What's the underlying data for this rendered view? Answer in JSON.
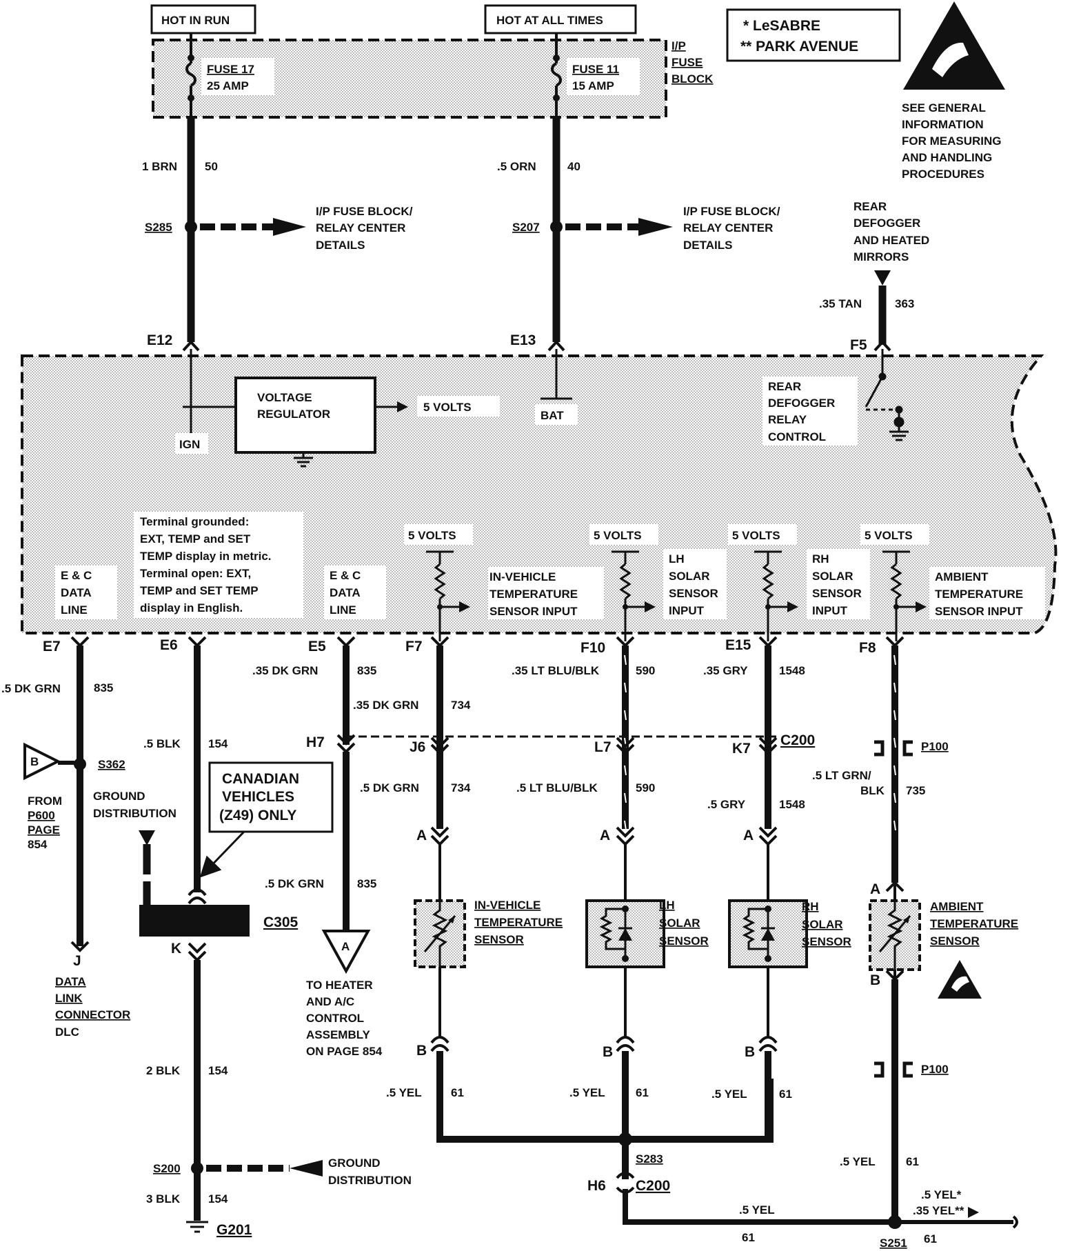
{
  "header": {
    "hot_in_run": "HOT IN RUN",
    "hot_at_all_times": "HOT AT ALL TIMES",
    "ip_fuse_block": [
      "I/P",
      "FUSE",
      "BLOCK"
    ],
    "legend_lesabre": "* LeSABRE",
    "legend_park_avenue": "** PARK AVENUE",
    "esd_note": [
      "SEE GENERAL",
      "INFORMATION",
      "FOR MEASURING",
      "AND HANDLING",
      "PROCEDURES"
    ]
  },
  "fuses": [
    {
      "name": "FUSE 17",
      "rating": "25 AMP"
    },
    {
      "name": "FUSE 11",
      "rating": "15 AMP"
    }
  ],
  "wires": {
    "w_e12": {
      "gauge": "1 BRN",
      "circuit": "50"
    },
    "w_e13": {
      "gauge": ".5 ORN",
      "circuit": "40"
    },
    "w_f5": {
      "gauge": ".35 TAN",
      "circuit": "363"
    },
    "w_e7": {
      "gauge": ".5 DK GRN",
      "circuit": "835"
    },
    "w_e6": {
      "gauge": ".5 BLK",
      "circuit": "154"
    },
    "w_e5": {
      "gauge": ".35 DK GRN",
      "circuit": "835"
    },
    "w_e5b": {
      "gauge": ".5 DK GRN",
      "circuit": "835"
    },
    "w_f7": {
      "gauge": ".35 DK GRN",
      "circuit": "734"
    },
    "w_j6": {
      "gauge": ".5 DK GRN",
      "circuit": "734"
    },
    "w_f10": {
      "gauge": ".35 LT BLU/BLK",
      "circuit": "590"
    },
    "w_l7": {
      "gauge": ".5 LT BLU/BLK",
      "circuit": "590"
    },
    "w_e15": {
      "gauge": ".35 GRY",
      "circuit": "1548"
    },
    "w_k7": {
      "gauge": ".5 GRY",
      "circuit": "1548"
    },
    "w_f8_a": ".5 LT GRN/",
    "w_f8_b": "BLK",
    "w_f8_c": "735",
    "w_g1": {
      "gauge": "2 BLK",
      "circuit": "154"
    },
    "w_g2": {
      "gauge": "3 BLK",
      "circuit": "154"
    },
    "w_y1": {
      "gauge": ".5 YEL",
      "circuit": "61"
    },
    "w_y2": {
      "gauge": ".5 YEL",
      "circuit": "61"
    },
    "w_y3": {
      "gauge": ".5 YEL",
      "circuit": "61"
    },
    "w_y4": {
      "gauge": ".5 YEL",
      "circuit": "61"
    },
    "w_y5": {
      "gauge": ".5 YEL",
      "circuit": "61"
    },
    "w_y6": {
      "gauge": "61"
    },
    "w_y7": {
      "a": ".5 YEL*",
      "b": ".35 YEL**",
      "circuit": "61"
    }
  },
  "splices": {
    "s285": "S285",
    "s207": "S207",
    "s362": "S362",
    "s200": "S200",
    "s283": "S283",
    "s251": "S251",
    "g201": "G201",
    "c200": "C200",
    "c200b": "C200",
    "c305": "C305",
    "p100": "P100",
    "p100b": "P100"
  },
  "relay_details": [
    "I/P FUSE BLOCK/",
    "RELAY CENTER",
    "DETAILS"
  ],
  "rear_defog_source": [
    "REAR",
    "DEFOGGER",
    "AND HEATED",
    "MIRRORS"
  ],
  "terminals": {
    "e12": "E12",
    "e13": "E13",
    "f5": "F5",
    "e7": "E7",
    "e6": "E6",
    "e5": "E5",
    "f7": "F7",
    "f10": "F10",
    "e15": "E15",
    "f8": "F8",
    "h7": "H7",
    "j6": "J6",
    "l7": "L7",
    "k7": "K7",
    "k": "K",
    "j": "J",
    "h6": "H6",
    "a": "A",
    "b": "B"
  },
  "module": {
    "voltage_regulator": [
      "VOLTAGE",
      "REGULATOR"
    ],
    "five_volts": "5 VOLTS",
    "ign": "IGN",
    "bat": "BAT",
    "rear_defog_relay": [
      "REAR",
      "DEFOGGER",
      "RELAY",
      "CONTROL"
    ],
    "terminal_note": [
      "Terminal grounded:",
      "EXT, TEMP and SET",
      "TEMP display in metric.",
      "Terminal open: EXT,",
      "TEMP and SET TEMP",
      "display in English."
    ],
    "ec_data_line": [
      "E & C",
      "DATA",
      "LINE"
    ],
    "in_vehicle_input": [
      "IN-VEHICLE",
      "TEMPERATURE",
      "SENSOR INPUT"
    ],
    "lh_solar_input": [
      "LH",
      "SOLAR",
      "SENSOR",
      "INPUT"
    ],
    "rh_solar_input": [
      "RH",
      "SOLAR",
      "SENSOR",
      "INPUT"
    ],
    "ambient_input": [
      "AMBIENT",
      "TEMPERATURE",
      "SENSOR INPUT"
    ]
  },
  "lower": {
    "from_p600": [
      "FROM",
      "P600",
      "PAGE",
      "854"
    ],
    "ground_distribution": [
      "GROUND",
      "DISTRIBUTION"
    ],
    "canadian": [
      "CANADIAN",
      "VEHICLES",
      "(Z49) ONLY"
    ],
    "data_link": [
      "DATA",
      "LINK",
      "CONNECTOR",
      "DLC"
    ],
    "to_heater": [
      "TO HEATER",
      "AND A/C",
      "CONTROL",
      "ASSEMBLY",
      "ON PAGE 854"
    ],
    "in_vehicle_sensor": [
      "IN-VEHICLE",
      "TEMPERATURE",
      "SENSOR"
    ],
    "lh_solar_sensor": [
      "LH",
      "SOLAR",
      "SENSOR"
    ],
    "rh_solar_sensor": [
      "RH",
      "SOLAR",
      "SENSOR"
    ],
    "ambient_sensor": [
      "AMBIENT",
      "TEMPERATURE",
      "SENSOR"
    ],
    "ground_distribution2": [
      "GROUND",
      "DISTRIBUTION"
    ],
    "ref_a": "A",
    "ref_b": "B"
  },
  "colors": {
    "ink": "#111111",
    "shade": "#dcdcdc"
  }
}
